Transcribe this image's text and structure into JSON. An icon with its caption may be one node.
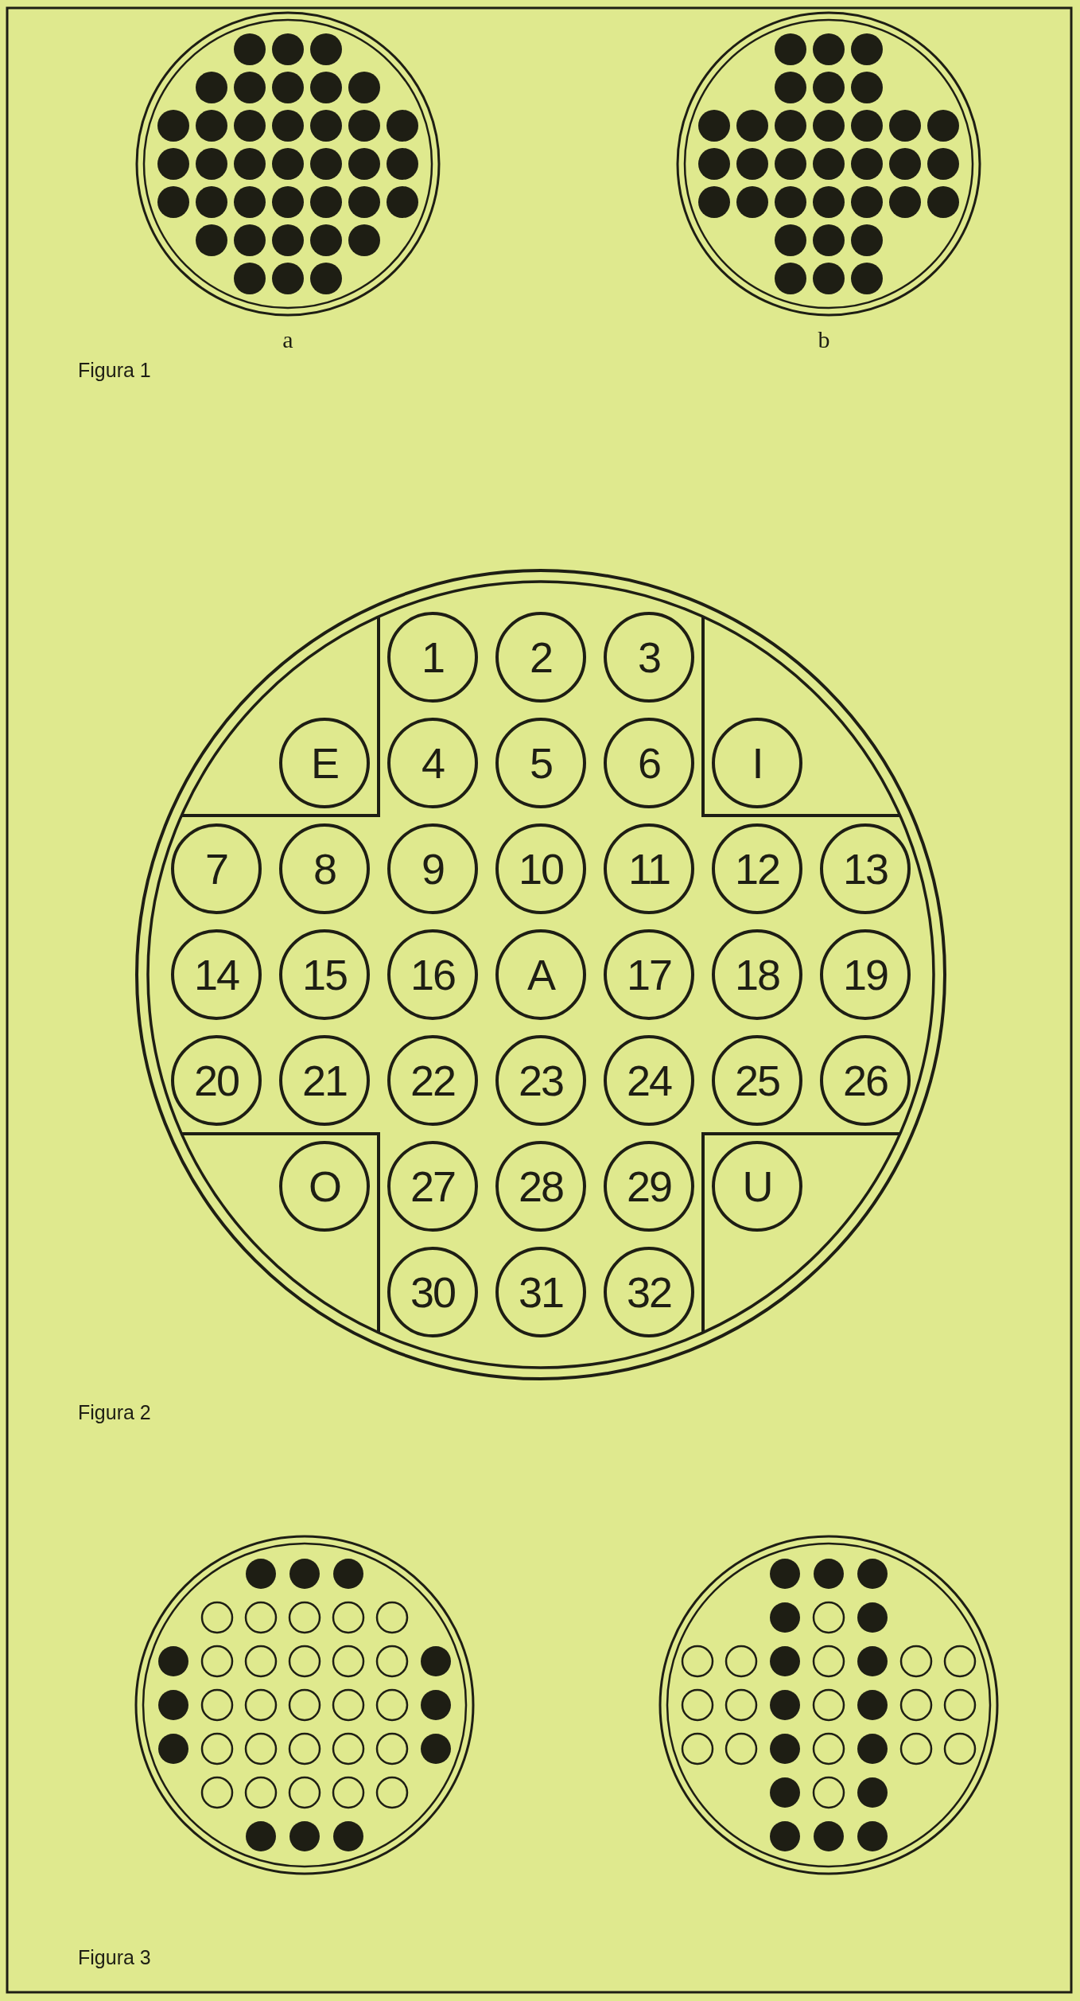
{
  "diagram": {
    "nodes": [
      {
        "text": [
          "1"
        ]
      },
      {
        "text": [
          "2"
        ]
      },
      {
        "text": [
          "3"
        ]
      },
      {
        "text": [
          "E"
        ]
      },
      {
        "text": [
          "4"
        ]
      },
      {
        "text": [
          "5"
        ]
      },
      {
        "text": [
          "6"
        ]
      },
      {
        "text": [
          "I"
        ]
      },
      {
        "text": [
          "7"
        ]
      },
      {
        "text": [
          "8"
        ]
      },
      {
        "text": [
          "9"
        ]
      },
      {
        "text": [
          "10"
        ]
      },
      {
        "text": [
          "11"
        ]
      },
      {
        "text": [
          "12"
        ]
      },
      {
        "text": [
          "13"
        ]
      },
      {
        "text": [
          "14"
        ]
      },
      {
        "text": [
          "15"
        ]
      },
      {
        "text": [
          "16"
        ]
      },
      {
        "text": [
          "A"
        ]
      },
      {
        "text": [
          "17"
        ]
      },
      {
        "text": [
          "18"
        ]
      },
      {
        "text": [
          "19"
        ]
      },
      {
        "text": [
          "20"
        ]
      },
      {
        "text": [
          "21"
        ]
      },
      {
        "text": [
          "22"
        ]
      },
      {
        "text": [
          "23"
        ]
      },
      {
        "text": [
          "24"
        ]
      },
      {
        "text": [
          "25"
        ]
      },
      {
        "text": [
          "26"
        ]
      },
      {
        "text": [
          "O"
        ]
      },
      {
        "text": [
          "27"
        ]
      },
      {
        "text": [
          "28"
        ]
      },
      {
        "text": [
          "29"
        ]
      },
      {
        "text": [
          "U"
        ]
      },
      {
        "text": [
          "30"
        ]
      },
      {
        "text": [
          "31"
        ]
      },
      {
        "text": [
          "32"
        ]
      }
    ],
    "labels": [
      "a",
      "b",
      "Figura 1",
      "Figura 2",
      "Figura 3"
    ]
  }
}
